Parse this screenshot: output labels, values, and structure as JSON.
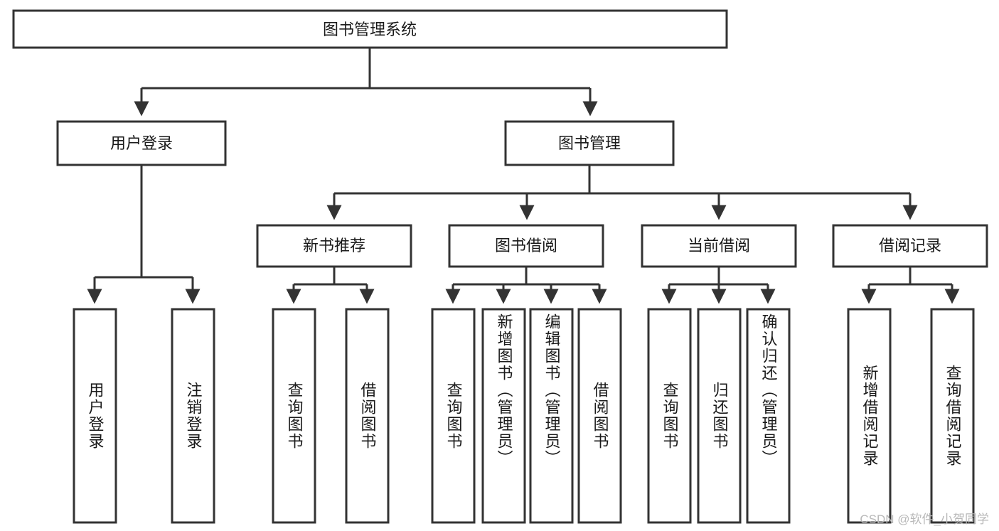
{
  "diagram": {
    "title": "图书管理系统",
    "type": "tree",
    "orientation": "top-down",
    "colors": {
      "box_stroke": "#333333",
      "box_fill": "#ffffff",
      "text": "#1a1a1a",
      "background": "#ffffff",
      "watermark": "#b8b8b8"
    },
    "root": {
      "label": "图书管理系统"
    },
    "level1": [
      {
        "label": "用户登录"
      },
      {
        "label": "图书管理"
      }
    ],
    "level2": [
      {
        "label": "新书推荐"
      },
      {
        "label": "图书借阅"
      },
      {
        "label": "当前借阅"
      },
      {
        "label": "借阅记录"
      }
    ],
    "leaves": {
      "user_login": [
        {
          "label": "用户登录"
        },
        {
          "label": "注销登录"
        }
      ],
      "new_book_recommend": [
        {
          "label": "查询图书"
        },
        {
          "label": "借阅图书"
        }
      ],
      "book_borrow": [
        {
          "label": "查询图书"
        },
        {
          "label": "新增图书（管理员）"
        },
        {
          "label": "编辑图书（管理员）"
        },
        {
          "label": "借阅图书"
        }
      ],
      "current_borrow": [
        {
          "label": "查询图书"
        },
        {
          "label": "归还图书"
        },
        {
          "label": "确认归还（管理员）"
        }
      ],
      "borrow_record": [
        {
          "label": "新增借阅记录"
        },
        {
          "label": "查询借阅记录"
        }
      ]
    }
  },
  "watermark": {
    "text": "CSDN @软件_小贺同学"
  }
}
